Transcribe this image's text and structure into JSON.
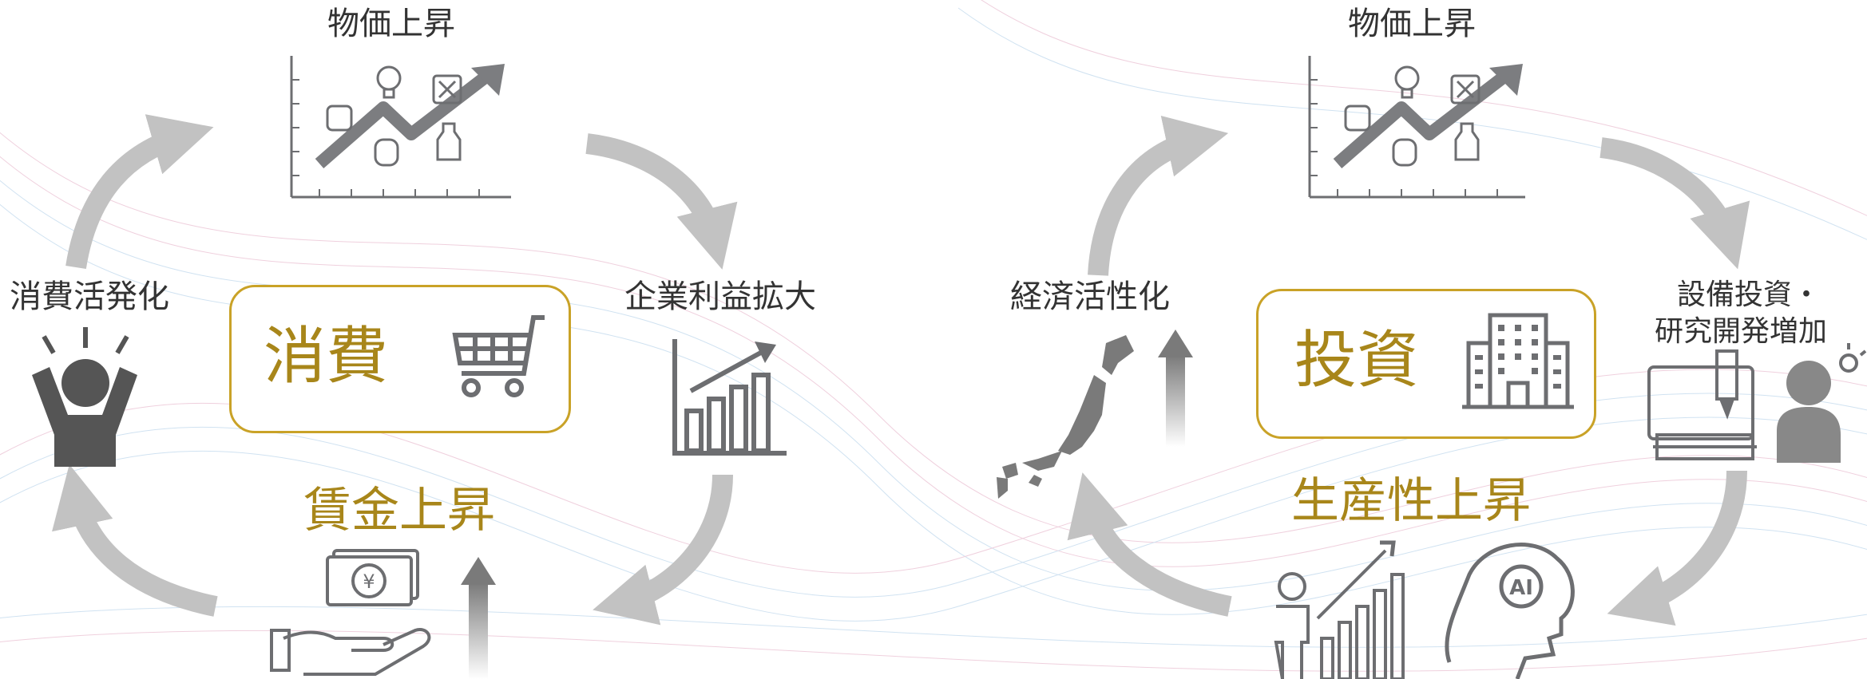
{
  "colors": {
    "gold": "#a8861a",
    "box_border": "#c9a227",
    "arrow_gray": "#c2c2c2",
    "icon_gray": "#6d6e71",
    "wave_pink": "#e7b7cc",
    "wave_blue": "#b7d3ea"
  },
  "left_cycle": {
    "top_label": "物価上昇",
    "right_label": "企業利益拡大",
    "bottom_label": "賃金上昇",
    "left_label": "消費活発化",
    "center_title": "消費",
    "center_icon": "shopping-cart-icon"
  },
  "right_cycle": {
    "top_label": "物価上昇",
    "right_label_line1": "設備投資・",
    "right_label_line2": "研究開発増加",
    "bottom_label": "生産性上昇",
    "left_label": "経済活性化",
    "center_title": "投資",
    "center_icon": "office-building-icon"
  }
}
